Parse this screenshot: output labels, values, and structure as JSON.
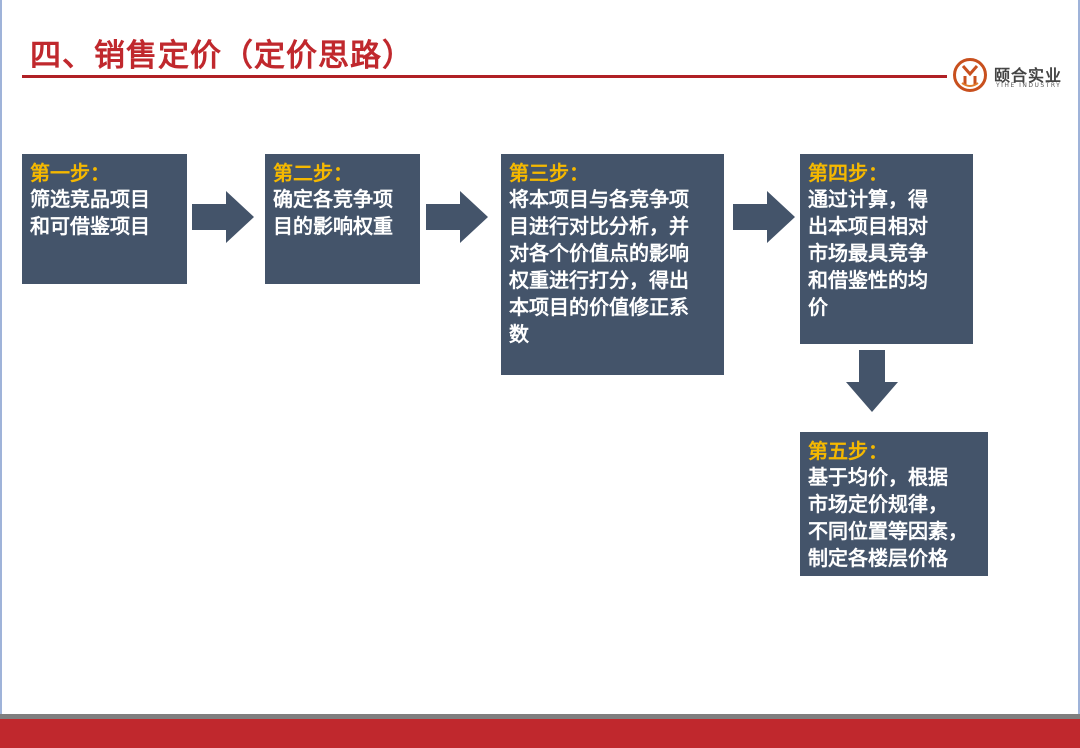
{
  "header": {
    "title": "四、销售定价（定价思路）"
  },
  "logo": {
    "name": "颐合实业",
    "subtitle": "YIHE INDUSTRY",
    "icon": "yihe-logo-icon"
  },
  "steps": [
    {
      "step": "第一步：",
      "text": "筛选竞品项目\n和可借鉴项目"
    },
    {
      "step": "第二步：",
      "text": "确定各竞争项\n目的影响权重"
    },
    {
      "step": "第三步：",
      "text": "将本项目与各竞争项\n目进行对比分析，并\n对各个价值点的影响\n权重进行打分，得出\n本项目的价值修正系\n数"
    },
    {
      "step": "第四步：",
      "text": "通过计算，得\n出本项目相对\n市场最具竞争\n和借鉴性的均\n价"
    },
    {
      "step": "第五步：",
      "text": "基于均价，根据\n市场定价规律，\n不同位置等因素，\n制定各楼层价格"
    }
  ],
  "colors": {
    "title": "#c0282d",
    "box": "#44546a",
    "step_label": "#f5b800",
    "box_text": "#ffffff",
    "footer": "#c0282d"
  }
}
